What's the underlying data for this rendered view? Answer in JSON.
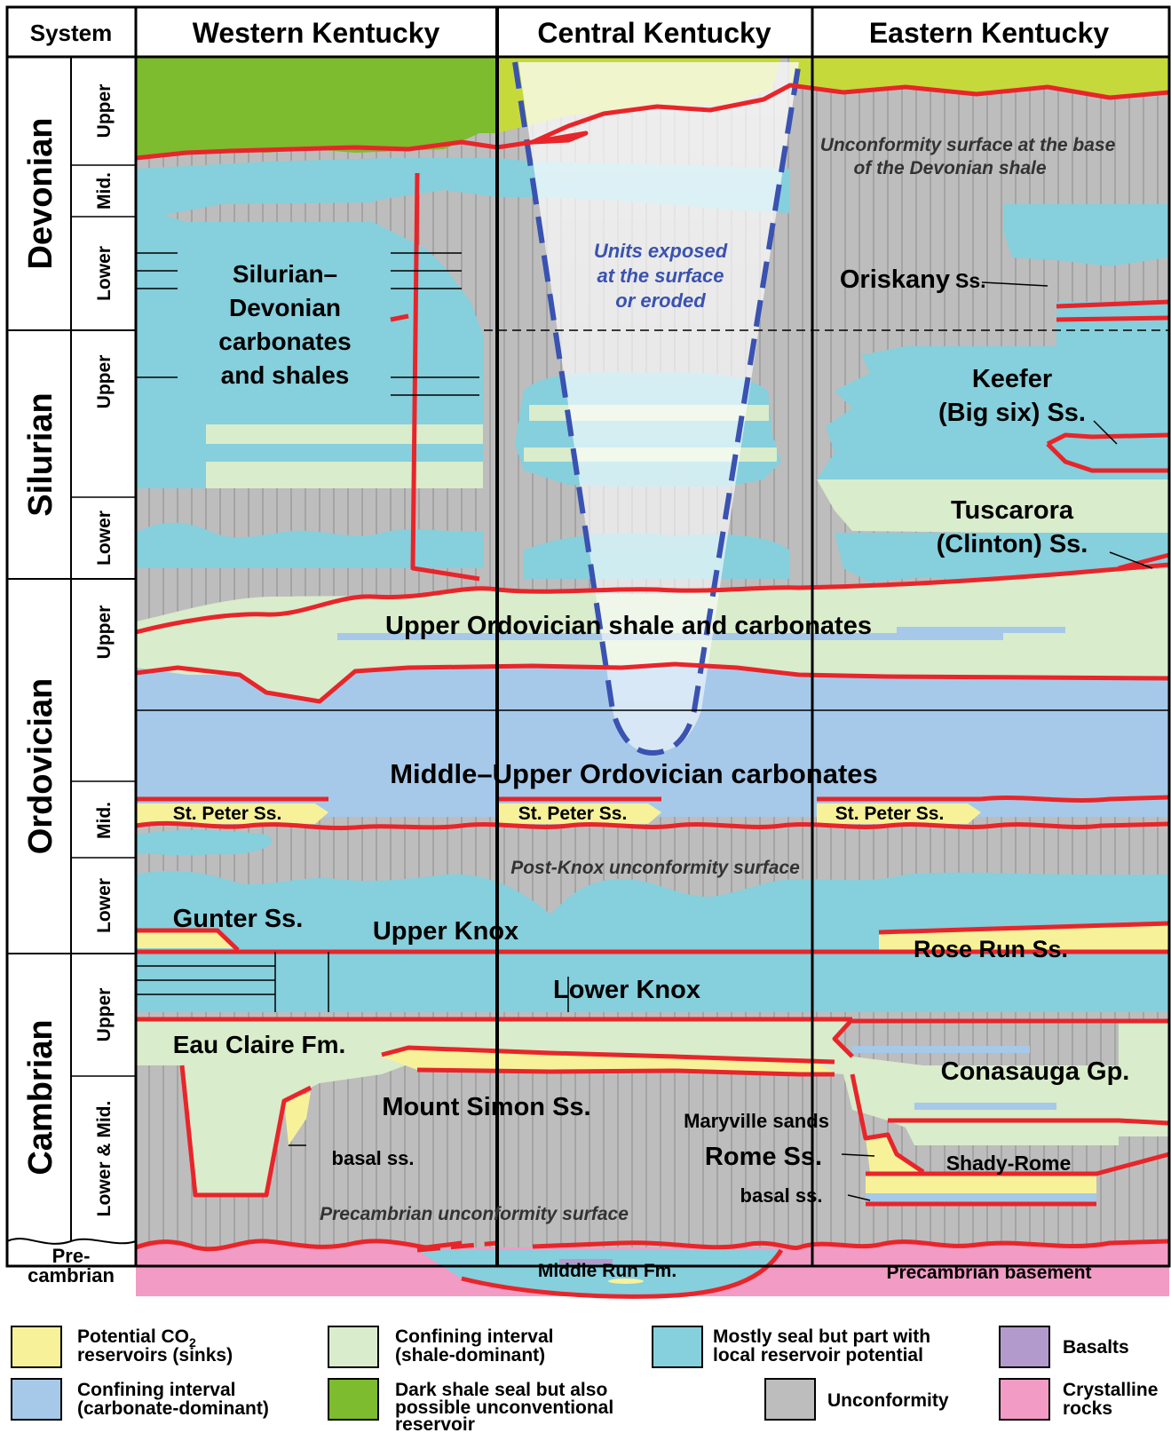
{
  "header": {
    "system": "System",
    "regions": [
      "Western Kentucky",
      "Central Kentucky",
      "Eastern Kentucky"
    ]
  },
  "systems": [
    {
      "name": "Devonian",
      "series": [
        "Upper",
        "Mid.",
        "Lower"
      ]
    },
    {
      "name": "Silurian",
      "series": [
        "Upper",
        "Lower"
      ]
    },
    {
      "name": "Ordovician",
      "series": [
        "Upper",
        "Mid.",
        "Lower"
      ]
    },
    {
      "name": "Cambrian",
      "series": [
        "Upper",
        "Lower & Mid."
      ]
    },
    {
      "name_line1": "Pre-",
      "name_line2": "cambrian"
    }
  ],
  "labels": {
    "unconformity_devonian_1": "Unconformity surface at the base",
    "unconformity_devonian_2": "of the Devonian shale",
    "units_exposed_1": "Units exposed",
    "units_exposed_2": "at the surface",
    "units_exposed_3": "or eroded",
    "sil_dev_1": "Silurian–",
    "sil_dev_2": "Devonian",
    "sil_dev_3": "carbonates",
    "sil_dev_4": "and shales",
    "oriskany": "Oriskany",
    "oriskany_ss": "Ss.",
    "keefer_1": "Keefer",
    "keefer_2": "(Big six) Ss.",
    "tuscarora_1": "Tuscarora",
    "tuscarora_2": "(Clinton) Ss.",
    "upper_ordovician": "Upper Ordovician shale and carbonates",
    "middle_upper_ordovician": "Middle–Upper Ordovician carbonates",
    "st_peter": "St. Peter Ss.",
    "post_knox": "Post-Knox unconformity surface",
    "gunter": "Gunter Ss.",
    "upper_knox": "Upper Knox",
    "rose_run": "Rose Run Ss.",
    "lower_knox": "Lower Knox",
    "eau_claire": "Eau Claire Fm.",
    "conasauga": "Conasauga Gp.",
    "mount_simon": "Mount Simon Ss.",
    "maryville": "Maryville sands",
    "basal_ss": "basal ss.",
    "rome": "Rome Ss.",
    "shady_rome": "Shady-Rome",
    "precambrian_unconformity": "Precambrian unconformity surface",
    "middle_run": "Middle Run Fm.",
    "precambrian_basement": "Precambrian basement"
  },
  "legend": [
    {
      "line1": "Potential CO",
      "sub": "2",
      "line2": "reservoirs (sinks)",
      "color": "#f7f29a"
    },
    {
      "line1": "Confining interval",
      "line2": "(shale-dominant)",
      "color": "#d9eccb"
    },
    {
      "line1": "Mostly seal but part with",
      "line2": "local reservoir potential",
      "color": "#86cfdc"
    },
    {
      "line1": "Basalts",
      "color": "#b39acc"
    },
    {
      "line1": "Confining interval",
      "line2": "(carbonate-dominant)",
      "color": "#a6c9ea"
    },
    {
      "line1": "Dark shale seal but also",
      "line2": "possible unconventional",
      "line3": "reservoir",
      "color": "#7dbb2f"
    },
    {
      "line1": "Unconformity",
      "color": "#bdbdbd"
    },
    {
      "line1": "Crystalline",
      "line2": "rocks",
      "color": "#f29bc4"
    }
  ],
  "colors": {
    "sink": "#f7f29a",
    "shale_confining": "#d9eccb",
    "mostly_seal": "#86cfdc",
    "carbonate_confining": "#a6c9ea",
    "dark_shale": "#7dbb2f",
    "unconformity": "#bdbdbd",
    "crystalline": "#f29bc4",
    "basalt": "#b39acc",
    "boundary": "#e8252a",
    "exposed_outline": "#3a52b0"
  }
}
